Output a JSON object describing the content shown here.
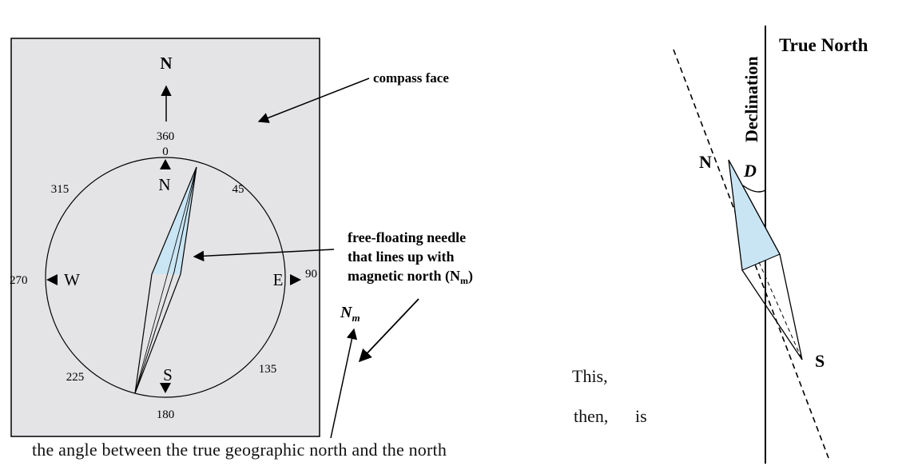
{
  "compass_figure": {
    "north_label": "N",
    "compass_face_label": "compass face",
    "degrees": {
      "d360": "360",
      "d0": "0",
      "d45": "45",
      "d90": "90",
      "d135": "135",
      "d180": "180",
      "d225": "225",
      "d270": "270",
      "d315": "315"
    },
    "cardinals": {
      "n": "N",
      "e": "E",
      "s": "S",
      "w": "W"
    },
    "needle_label_lines": [
      "free-floating needle",
      "that lines up with",
      "magnetic north (N"
    ],
    "needle_label_subscript": "m",
    "needle_label_close": ")",
    "magnetic_north_label": "N",
    "magnetic_north_subscript": "m"
  },
  "declination_figure": {
    "true_north_label": "True North",
    "declination_label": "Declination",
    "angle_label": "D",
    "needle_north_label": "N",
    "needle_south_label": "S"
  },
  "text": {
    "fragment_1": "This,",
    "fragment_2": "then,",
    "fragment_3": "is",
    "line": "the angle between the true geographic north and the north"
  },
  "colors": {
    "panel_fill": "#e4e4e6",
    "needle_fill": "#c9e5f4"
  }
}
